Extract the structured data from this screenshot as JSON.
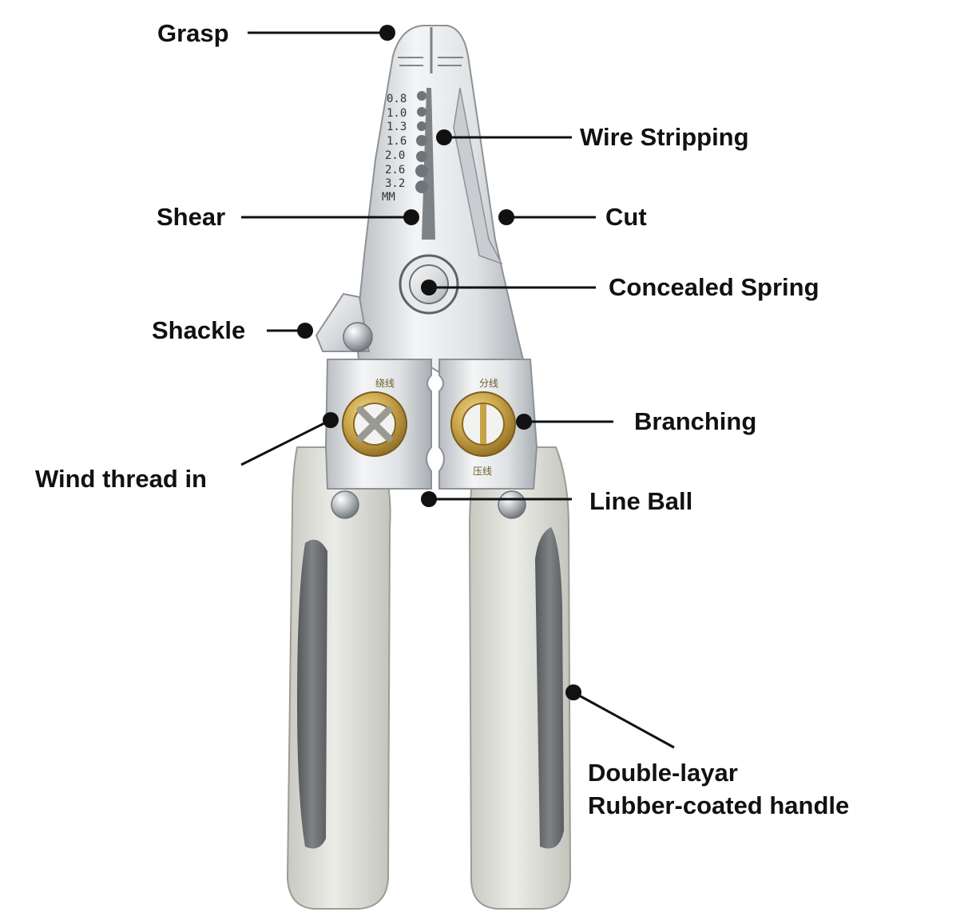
{
  "diagram": {
    "callouts": [
      {
        "id": "grasp",
        "text": "Grasp"
      },
      {
        "id": "wire-stripping",
        "text": "Wire Stripping"
      },
      {
        "id": "shear",
        "text": "Shear"
      },
      {
        "id": "cut",
        "text": "Cut"
      },
      {
        "id": "concealed-spring",
        "text": "Concealed Spring"
      },
      {
        "id": "shackle",
        "text": "Shackle"
      },
      {
        "id": "branching",
        "text": "Branching"
      },
      {
        "id": "wind-thread-in",
        "text": "Wind thread in"
      },
      {
        "id": "line-ball",
        "text": "Line Ball"
      },
      {
        "id": "handle-line1",
        "text": "Double-layar"
      },
      {
        "id": "handle-line2",
        "text": "Rubber-coated handle"
      }
    ],
    "stripping_scale": [
      "0.8",
      "1.0",
      "1.3",
      "1.6",
      "2.0",
      "2.6",
      "3.2",
      "MM"
    ],
    "stamps": {
      "left_hole": "绕线",
      "right_hole_top": "分线",
      "right_hole_bottom": "压线"
    },
    "colors": {
      "steel_light": "#eef0f2",
      "steel_dark": "#9ea3a8",
      "handle": "#d8d8d2",
      "handle_grip": "#6a6d70",
      "brass": "#c8a248",
      "ink": "#111111"
    }
  }
}
